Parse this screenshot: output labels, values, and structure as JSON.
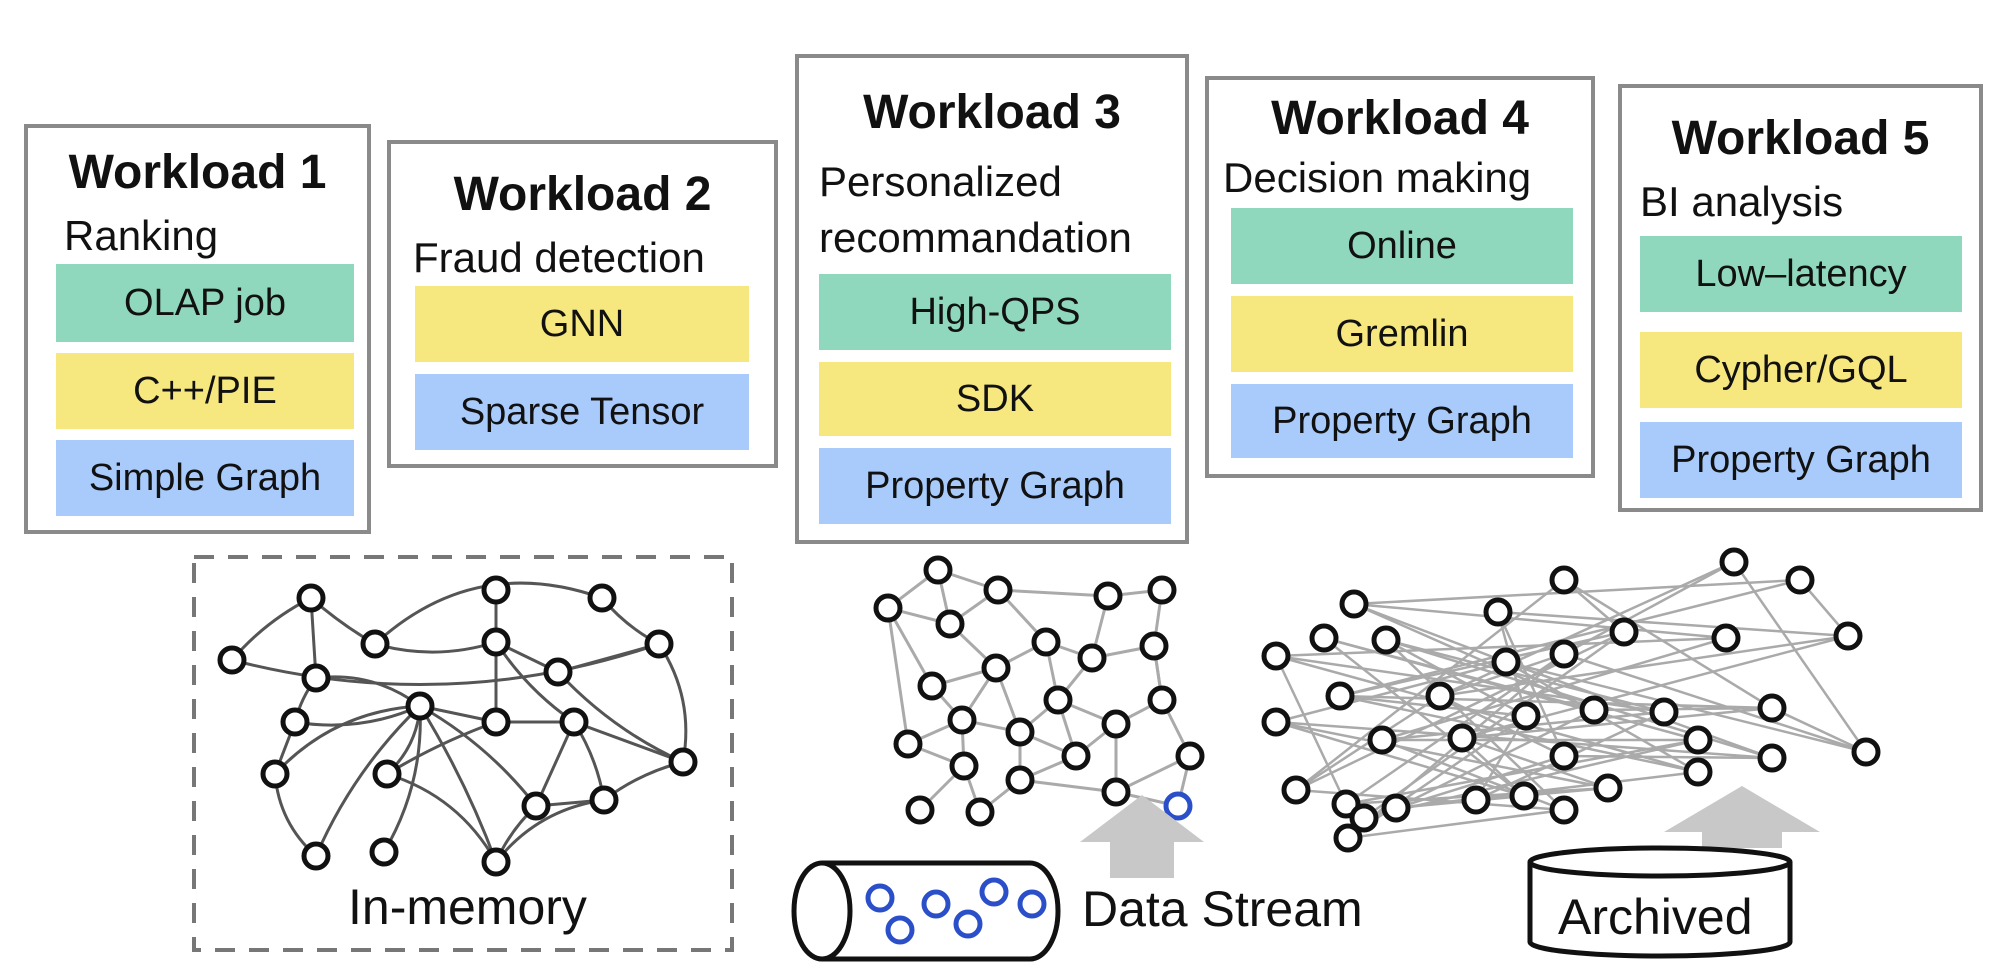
{
  "workloads": [
    {
      "title": "Workload 1",
      "subtitle": "Ranking",
      "tags": [
        "OLAP job",
        "C++/PIE",
        "Simple Graph"
      ]
    },
    {
      "title": "Workload 2",
      "subtitle": "Fraud detection",
      "tags": [
        "GNN",
        "Sparse Tensor"
      ]
    },
    {
      "title": "Workload 3",
      "subtitle_line1": "Personalized",
      "subtitle_line2": "recommandation",
      "tags": [
        "High-QPS",
        "SDK",
        "Property Graph"
      ]
    },
    {
      "title": "Workload 4",
      "subtitle": "Decision making",
      "tags": [
        "Online",
        "Gremlin",
        "Property Graph"
      ]
    },
    {
      "title": "Workload 5",
      "subtitle": "BI analysis",
      "tags": [
        "Low–latency",
        "Cypher/GQL",
        "Property Graph"
      ]
    }
  ],
  "storage_labels": {
    "in_memory": "In-memory",
    "data_stream": "Data Stream",
    "archived": "Archived"
  },
  "colors": {
    "green": "#8fd8bd",
    "yellow": "#f7e77f",
    "blue": "#a9cbfb",
    "stream_node": "#2b4fc8",
    "arrow": "#c8c8c8"
  }
}
